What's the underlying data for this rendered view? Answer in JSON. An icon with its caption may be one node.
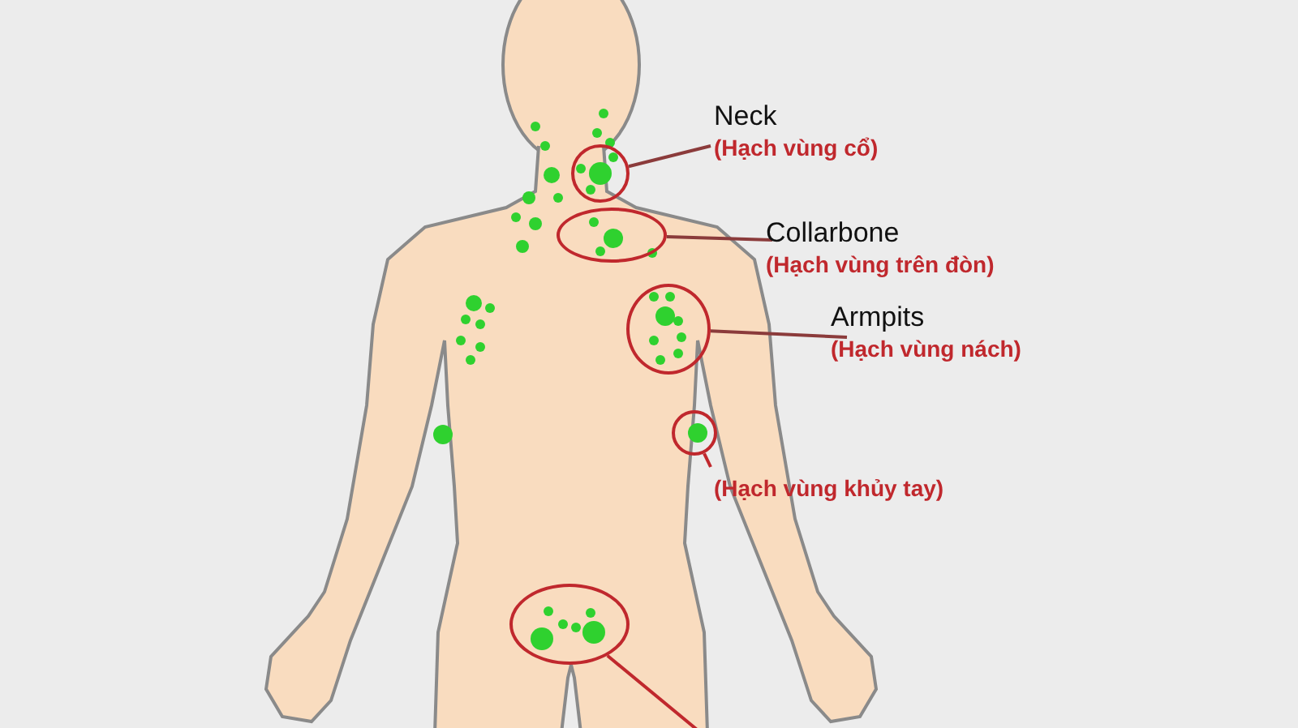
{
  "diagram": {
    "nodes": [
      {
        "text": [
          "Neck",
          "(Hạch vùng cổ)"
        ]
      },
      {
        "text": [],
        "shape": "circle"
      },
      {
        "text": [
          "Collarbone",
          "(Hạch vùng trên đòn)"
        ]
      },
      {
        "text": [],
        "shape": "circle"
      },
      {
        "text": [
          "Armpits",
          "(Hạch vùng nách)"
        ]
      },
      {
        "text": [],
        "shape": "circle"
      },
      {
        "text": [
          "(Hạch vùng khủy tay)"
        ]
      },
      {
        "text": [],
        "shape": "circle"
      },
      {
        "text": [],
        "shape": "circle"
      }
    ],
    "edges": [
      {
        "from": 0,
        "to": 1,
        "arrow": "none"
      },
      {
        "from": 2,
        "to": 3,
        "arrow": "none"
      },
      {
        "from": 4,
        "to": 5,
        "arrow": "none"
      },
      {
        "from": 6,
        "to": 7,
        "arrow": "none"
      },
      {
        "from": null,
        "to": 8,
        "arrow": "none"
      }
    ]
  }
}
